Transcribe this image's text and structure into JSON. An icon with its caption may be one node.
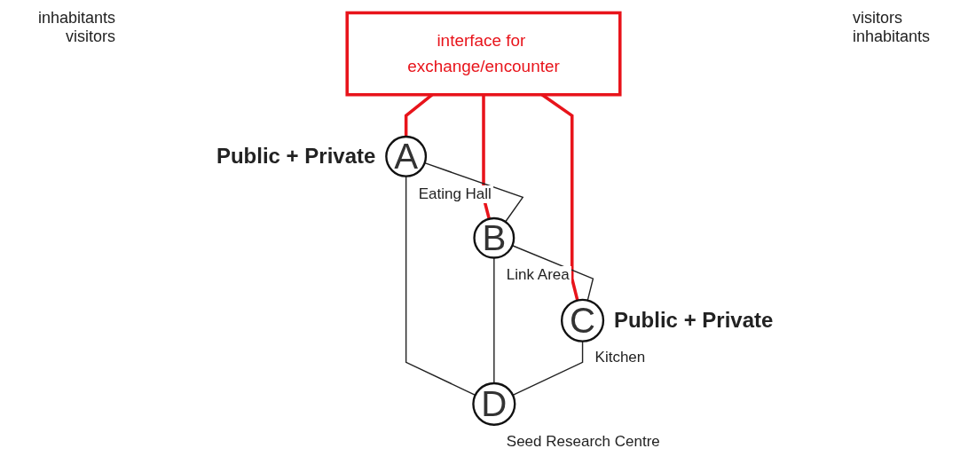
{
  "diagram": {
    "nodes": [
      {
        "text": [
          "interface for exchange/encounter"
        ]
      },
      {
        "text": [
          "A"
        ],
        "beside": [
          "Public + Private",
          "Eating Hall"
        ]
      },
      {
        "text": [
          "B"
        ],
        "beside": [
          "Link Area"
        ]
      },
      {
        "text": [
          "C"
        ],
        "beside": [
          "Public + Private",
          "Kitchen"
        ]
      },
      {
        "text": [
          "D"
        ],
        "beside": [
          "Seed Research Centre"
        ]
      }
    ],
    "edges": [
      {
        "from": 0,
        "to": 1,
        "arrow": "none",
        "style": "thick",
        "color": "#e8141b"
      },
      {
        "from": 0,
        "to": 2,
        "arrow": "none",
        "style": "thick",
        "color": "#e8141b"
      },
      {
        "from": 0,
        "to": 3,
        "arrow": "none",
        "style": "thick",
        "color": "#e8141b"
      },
      {
        "from": 1,
        "to": 2,
        "arrow": "none"
      },
      {
        "from": 2,
        "to": 3,
        "arrow": "none"
      },
      {
        "from": 1,
        "to": 4,
        "arrow": "none"
      },
      {
        "from": 2,
        "to": 4,
        "arrow": "none"
      },
      {
        "from": 3,
        "to": 4,
        "arrow": "none"
      }
    ],
    "labels": [
      "inhabitants visitors",
      "visitors inhabitants"
    ]
  }
}
